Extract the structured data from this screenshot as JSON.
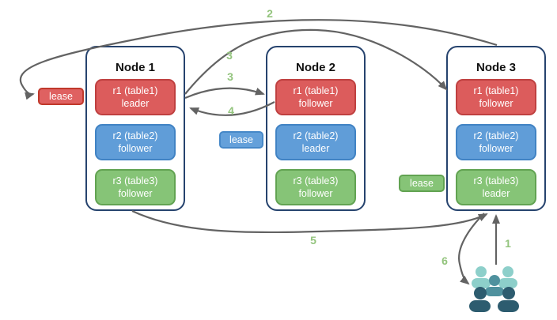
{
  "diagram": {
    "nodes": [
      {
        "title": "Node 1",
        "replicas": [
          {
            "name": "r1 (table1)",
            "role": "leader",
            "color": "red"
          },
          {
            "name": "r2 (table2)",
            "role": "follower",
            "color": "blue"
          },
          {
            "name": "r3 (table3)",
            "role": "follower",
            "color": "green"
          }
        ]
      },
      {
        "title": "Node 2",
        "replicas": [
          {
            "name": "r1 (table1)",
            "role": "follower",
            "color": "red"
          },
          {
            "name": "r2 (table2)",
            "role": "leader",
            "color": "blue"
          },
          {
            "name": "r3 (table3)",
            "role": "follower",
            "color": "green"
          }
        ]
      },
      {
        "title": "Node 3",
        "replicas": [
          {
            "name": "r1 (table1)",
            "role": "follower",
            "color": "red"
          },
          {
            "name": "r2 (table2)",
            "role": "follower",
            "color": "blue"
          },
          {
            "name": "r3 (table3)",
            "role": "leader",
            "color": "green"
          }
        ]
      }
    ],
    "leases": [
      {
        "label": "lease",
        "color": "#df6161",
        "near": "Node 1 r1 leader"
      },
      {
        "label": "lease",
        "color": "#64a0da",
        "near": "Node 2 r2 leader"
      },
      {
        "label": "lease",
        "color": "#86c477",
        "near": "Node 3 r3 leader"
      }
    ],
    "steps": {
      "s1": "1",
      "s2": "2",
      "s3a": "3",
      "s3b": "3",
      "s4": "4",
      "s5": "5",
      "s6": "6"
    },
    "icons": {
      "users": "users-group-icon"
    },
    "colors": {
      "replica_red": "#dc5c5c",
      "replica_red_border": "#bf4040",
      "replica_blue": "#609dd8",
      "replica_blue_border": "#4183c4",
      "replica_green": "#86c477",
      "replica_green_border": "#62a352",
      "node_border": "#26436e",
      "arrow": "#636363",
      "step_label": "#93c47d",
      "users_light": "#8dcfca",
      "users_medium": "#4f919e",
      "users_dark": "#2d5c6f"
    }
  }
}
